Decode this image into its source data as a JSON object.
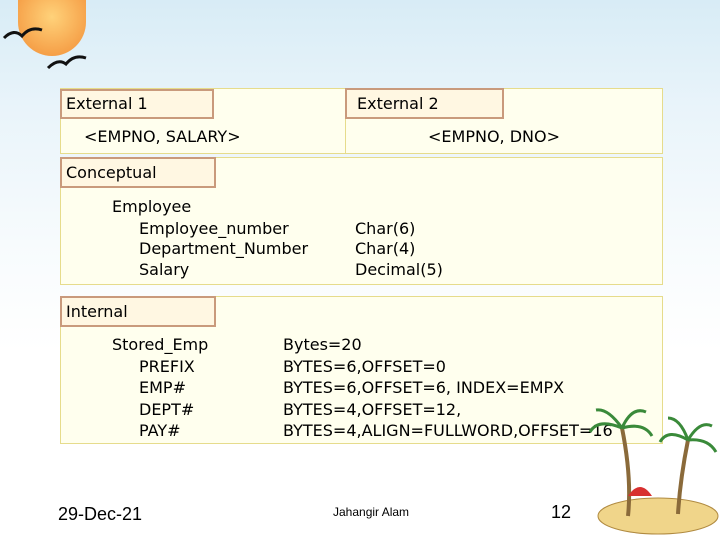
{
  "external1": {
    "title": "External 1",
    "record": "<EMPNO, SALARY>"
  },
  "external2": {
    "title": "External 2",
    "record": "<EMPNO, DNO>"
  },
  "conceptual": {
    "title": "Conceptual",
    "names": [
      "Employee",
      "Employee_number",
      "Department_Number",
      "Salary"
    ],
    "types": [
      "Char(6)",
      "Char(4)",
      "Decimal(5)"
    ]
  },
  "internal": {
    "title": "Internal",
    "names": [
      "Stored_Emp",
      "PREFIX",
      "EMP#",
      "DEPT#",
      "PAY#"
    ],
    "specs": [
      "Bytes=20",
      "BYTES=6,OFFSET=0",
      "BYTES=6,OFFSET=6, INDEX=EMPX",
      "BYTES=4,OFFSET=12,",
      "BYTES=4,ALIGN=FULLWORD,OFFSET=16"
    ]
  },
  "footer": {
    "date": "29-Dec-21",
    "author": "Jahangir Alam",
    "page": "12"
  }
}
